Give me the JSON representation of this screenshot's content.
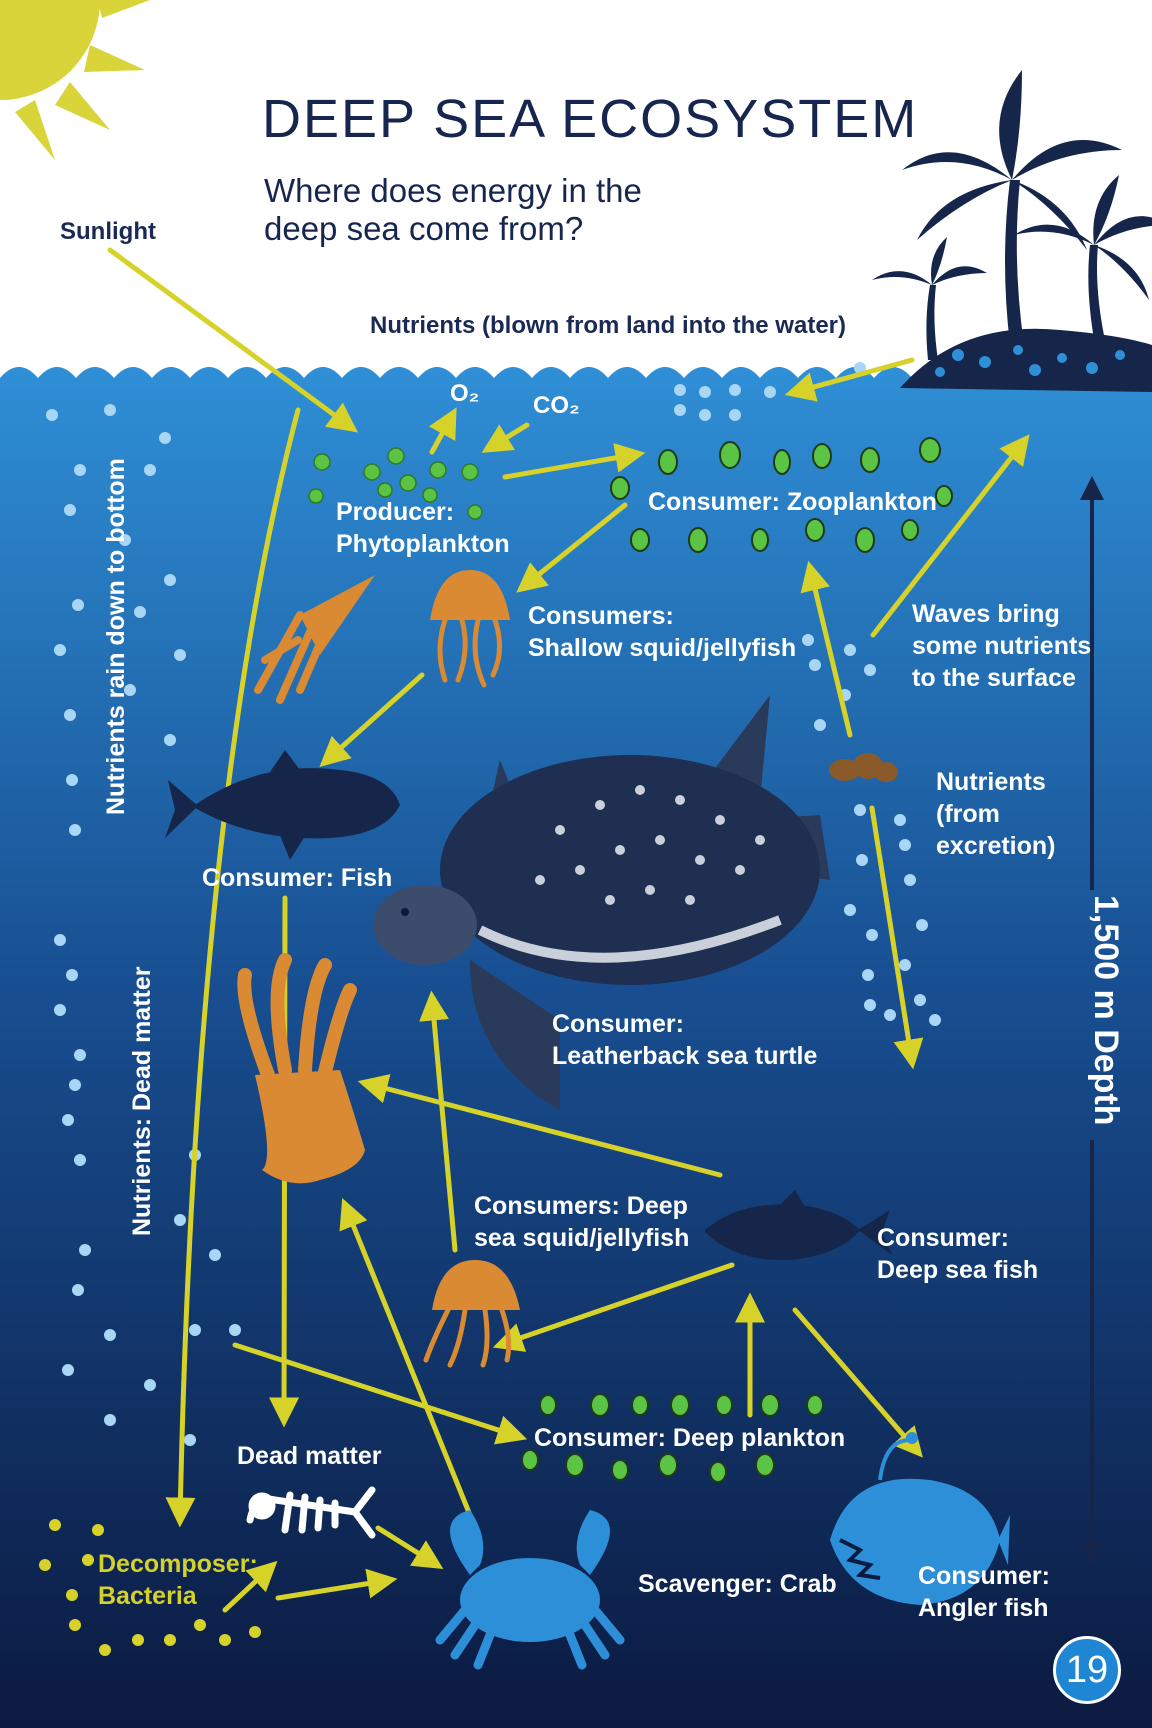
{
  "title": "DEEP SEA ECOSYSTEM",
  "subtitle": "Where does energy in the\ndeep sea come from?",
  "labels": {
    "sunlight": "Sunlight",
    "nutrients_land": "Nutrients (blown from land into the water)",
    "o2": "O₂",
    "co2": "CO₂",
    "producer": "Producer:\nPhytoplankton",
    "zooplankton": "Consumer: Zooplankton",
    "shallow_squid": "Consumers:\nShallow squid/jellyfish",
    "waves": "Waves bring\nsome nutrients\nto the surface",
    "nutrients_excretion": "Nutrients\n(from\nexcretion)",
    "fish": "Consumer: Fish",
    "turtle": "Consumer:\nLeatherback sea turtle",
    "deep_squid": "Consumers: Deep\nsea squid/jellyfish",
    "deep_fish": "Consumer:\nDeep sea fish",
    "deep_plankton": "Consumer: Deep plankton",
    "dead_matter": "Dead matter",
    "decomposer": "Decomposer:\nBacteria",
    "crab": "Scavenger: Crab",
    "angler": "Consumer:\nAngler fish",
    "rain_down": "Nutrients rain down to bottom",
    "dead_matter_vertical": "Nutrients: Dead matter",
    "depth": "1,500 m Depth"
  },
  "page_number": "19",
  "colors": {
    "sky": "#ffffff",
    "ocean_top": "#2f8fd6",
    "ocean_bottom": "#0c1c44",
    "title": "#16264f",
    "arrow": "#d6d22a",
    "sun": "#d8d43a",
    "orange": "#d98a32",
    "silhouette": "#16264a",
    "plankton_green": "#5cc444",
    "crab_blue": "#2d8fd8",
    "bubble": "#a9d6f5",
    "page_number_circle": "#1f86d3"
  },
  "icons": [
    "sun-icon",
    "palm-island-icon",
    "phytoplankton-icon",
    "zooplankton-icon",
    "squid-icon",
    "jellyfish-icon",
    "fish-icon",
    "sea-turtle-icon",
    "excretion-icon",
    "deep-squid-icon",
    "deep-jellyfish-icon",
    "deep-sea-fish-icon",
    "deep-plankton-icon",
    "fish-skeleton-icon",
    "crab-icon",
    "angler-fish-icon",
    "bacteria-dots-icon"
  ]
}
